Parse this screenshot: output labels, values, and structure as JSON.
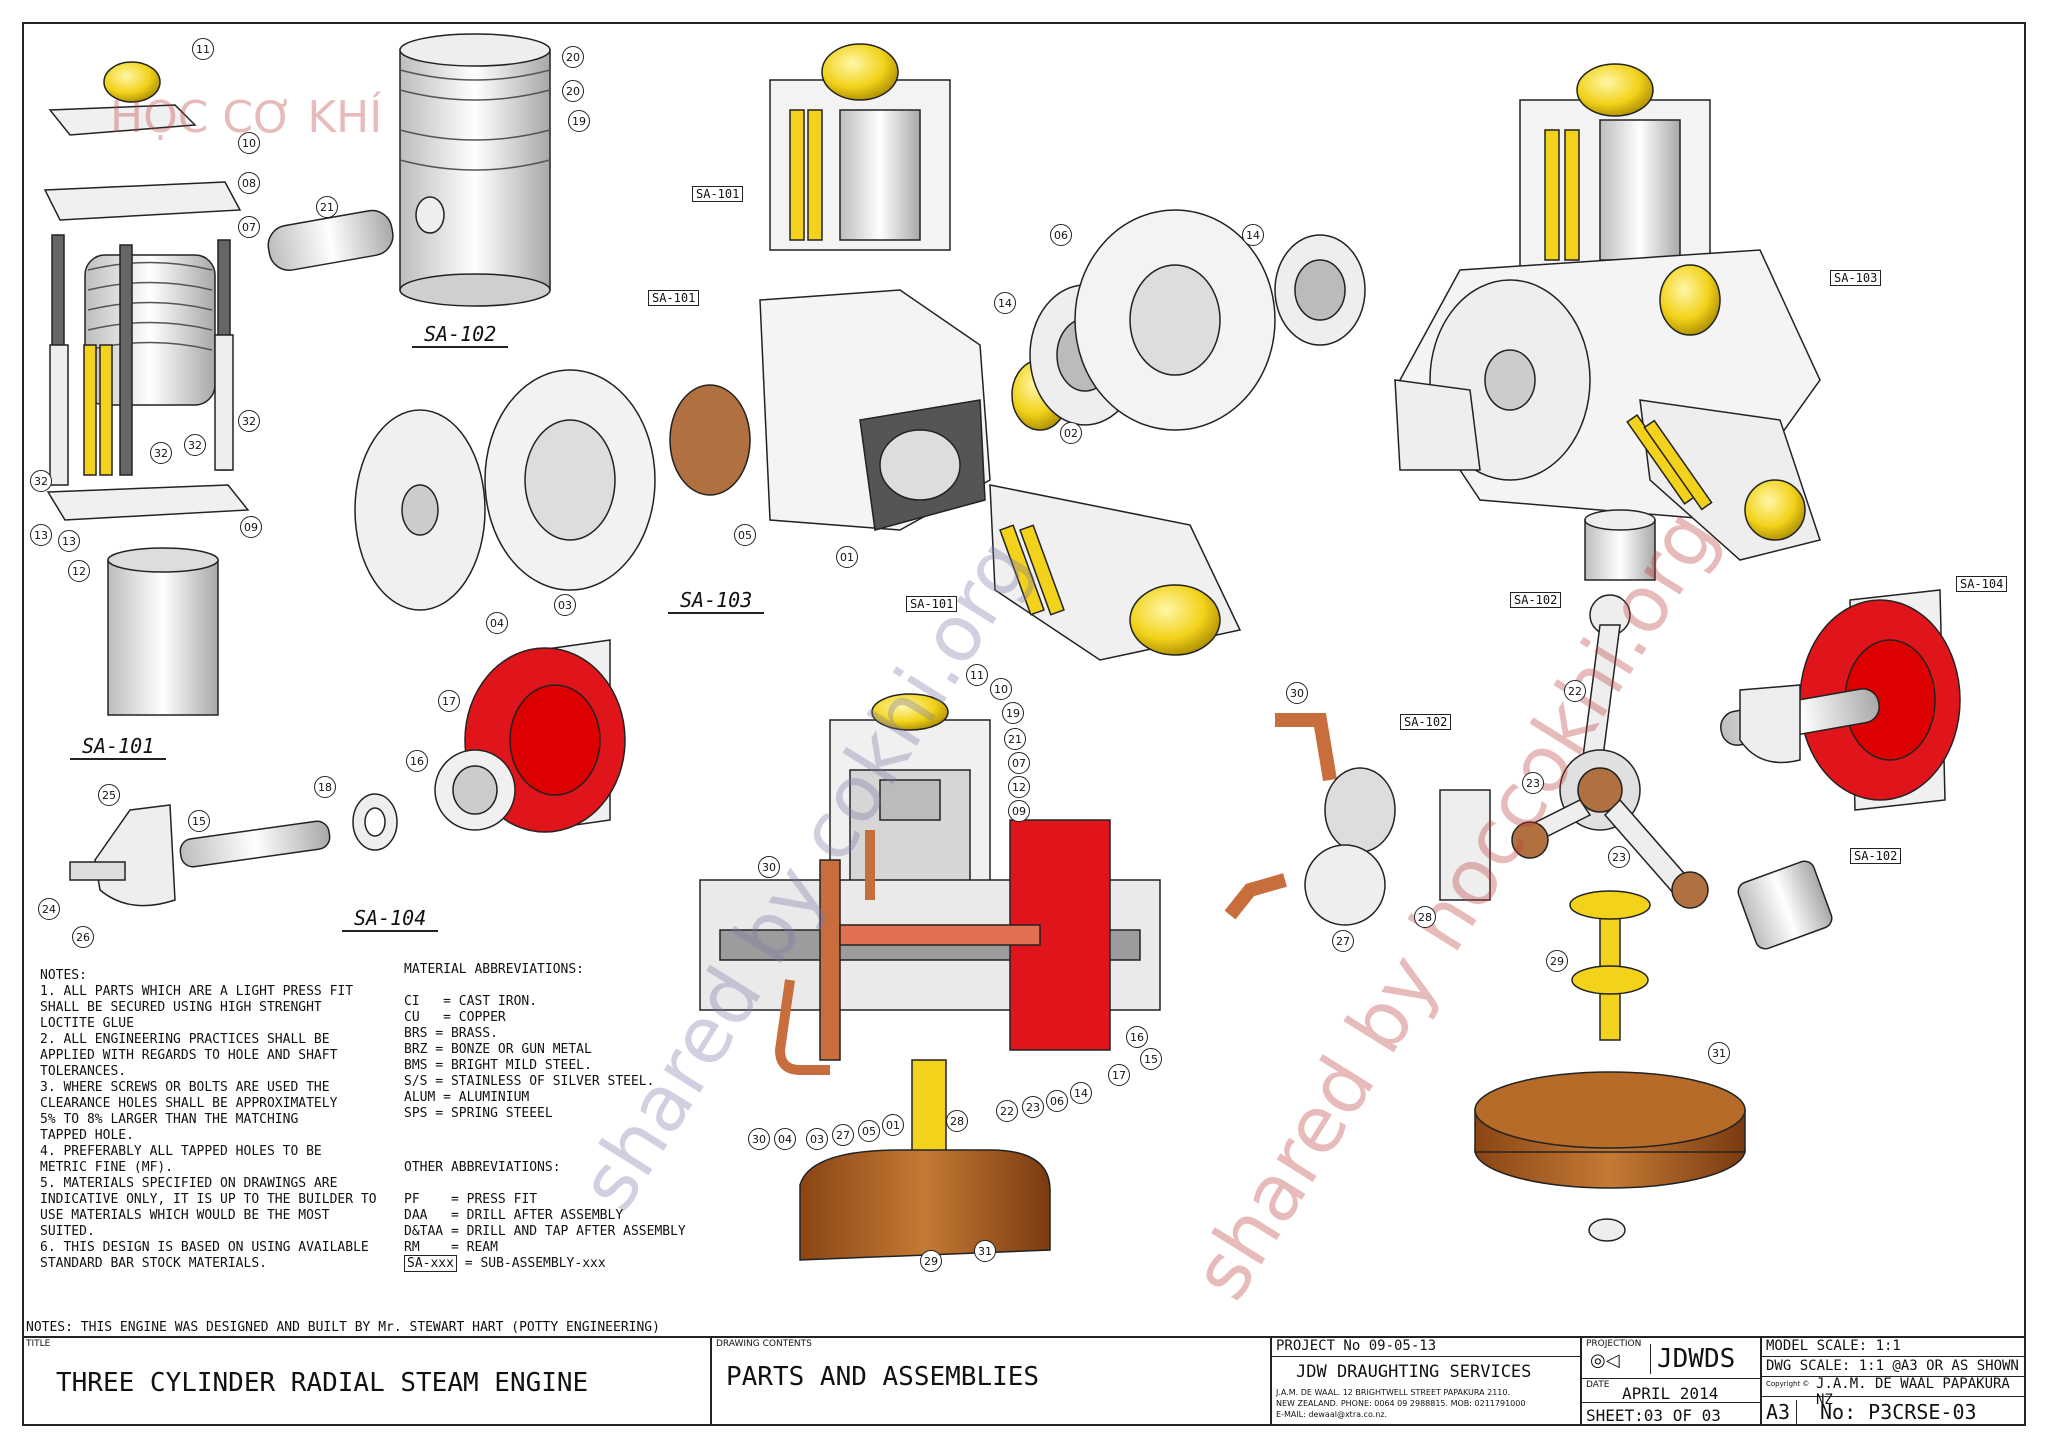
{
  "watermarks": {
    "top_left": "HỌC CƠ KHÍ",
    "center": "shared by cokhi.org",
    "right": "shared by hoccokhi.org"
  },
  "subassembly_labels": {
    "sa_101": "SA-101",
    "sa_102": "SA-102",
    "sa_103": "SA-103",
    "sa_104": "SA-104"
  },
  "balloons": [
    "11",
    "10",
    "08",
    "07",
    "32",
    "32",
    "32",
    "32",
    "09",
    "13",
    "13",
    "12",
    "20",
    "20",
    "19",
    "21",
    "04",
    "03",
    "05",
    "01",
    "02",
    "14",
    "06",
    "14",
    "17",
    "16",
    "18",
    "25",
    "15",
    "24",
    "26",
    "11",
    "10",
    "19",
    "21",
    "07",
    "12",
    "09",
    "30",
    "04",
    "03",
    "27",
    "05",
    "01",
    "28",
    "22",
    "23",
    "06",
    "14",
    "17",
    "15",
    "16",
    "30",
    "30",
    "27",
    "28",
    "22",
    "23",
    "23",
    "29",
    "31",
    "29",
    "31"
  ],
  "notes": {
    "heading": "NOTES:",
    "lines": [
      "1. ALL PARTS WHICH ARE A LIGHT PRESS FIT",
      "SHALL BE SECURED USING HIGH STRENGHT",
      "LOCTITE GLUE",
      "2. ALL ENGINEERING PRACTICES SHALL BE",
      "APPLIED WITH REGARDS TO HOLE AND SHAFT",
      "TOLERANCES.",
      "3. WHERE SCREWS OR BOLTS ARE USED THE",
      "CLEARANCE HOLES SHALL BE APPROXIMATELY",
      "5% TO 8% LARGER THAN THE MATCHING",
      "TAPPED HOLE.",
      "4. PREFERABLY ALL TAPPED HOLES TO BE",
      "METRIC FINE (MF).",
      "5. MATERIALS SPECIFIED ON DRAWINGS ARE",
      "INDICATIVE ONLY, IT IS UP TO THE BUILDER TO",
      "USE MATERIALS WHICH WOULD BE THE MOST",
      "SUITED.",
      "6. THIS DESIGN IS BASED ON USING AVAILABLE",
      "STANDARD BAR STOCK MATERIALS."
    ]
  },
  "material_abbreviations": {
    "heading": "MATERIAL ABBREVIATIONS:",
    "lines": [
      "CI   = CAST IRON.",
      "CU   = COPPER",
      "BRS = BRASS.",
      "BRZ = BONZE OR GUN METAL",
      "BMS = BRIGHT MILD STEEL.",
      "S/S = STAINLESS OF SILVER STEEL.",
      "ALUM = ALUMINIUM",
      "SPS = SPRING STEEEL"
    ]
  },
  "other_abbreviations": {
    "heading": "OTHER ABBREVIATIONS:",
    "lines": [
      "PF    = PRESS FIT",
      "DAA   = DRILL AFTER ASSEMBLY",
      "D&TAA = DRILL AND TAP AFTER ASSEMBLY",
      "RM    = REAM"
    ],
    "sa_box": "SA-xxx",
    "sa_meaning": " = SUB-ASSEMBLY-xxx"
  },
  "title_block": {
    "designer_note": "NOTES: THIS ENGINE WAS DESIGNED AND BUILT BY Mr. STEWART HART (POTTY ENGINEERING)",
    "title_caption": "TITLE",
    "title": "THREE CYLINDER RADIAL STEAM ENGINE",
    "contents_caption": "DRAWING CONTENTS",
    "contents": "PARTS AND ASSEMBLIES",
    "project": "PROJECT No  09-05-13",
    "company": "JDW DRAUGHTING SERVICES",
    "address_1": "J.A.M. DE WAAL. 12 BRIGHTWELL STREET PAPAKURA 2110.",
    "address_2": "NEW ZEALAND. PHONE: 0064 09 2988815. MOB: 0211791000",
    "address_3": "E-MAIL: dewaal@xtra.co.nz.",
    "projection_caption": "PROJECTION",
    "logo": "JDWDS",
    "date_caption": "DATE",
    "date": "APRIL 2014",
    "sheet": "SHEET:03 OF 03",
    "model_scale": "MODEL SCALE: 1:1",
    "dwg_scale": "DWG SCALE: 1:1 @A3 OR AS SHOWN",
    "copyright_caption": "Copyright ©",
    "copyright": "J.A.M. DE WAAL PAPAKURA NZ",
    "size": "A3",
    "number": "No: P3CRSE-03"
  },
  "colors": {
    "red_flywheel": "#e0141b",
    "yellow_brass": "#f2d21a",
    "copper": "#c86e3c",
    "wood": "#a85a1e",
    "bronze": "#b07040",
    "steel": "#e8e8e8",
    "outline": "#222222"
  }
}
